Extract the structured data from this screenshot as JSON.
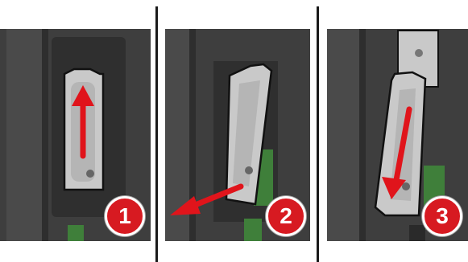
{
  "steps": [
    {
      "number": "1",
      "arrow": "up"
    },
    {
      "number": "2",
      "arrow": "down-left"
    },
    {
      "number": "3",
      "arrow": "down"
    }
  ],
  "colors": {
    "housing_dark": "#3e3e3e",
    "housing_mid": "#555555",
    "cover_metal": "#c9c9c9",
    "badge_red": "#d71a21",
    "arrow_red": "#e0141b",
    "board_green": "#3f7f3a"
  }
}
